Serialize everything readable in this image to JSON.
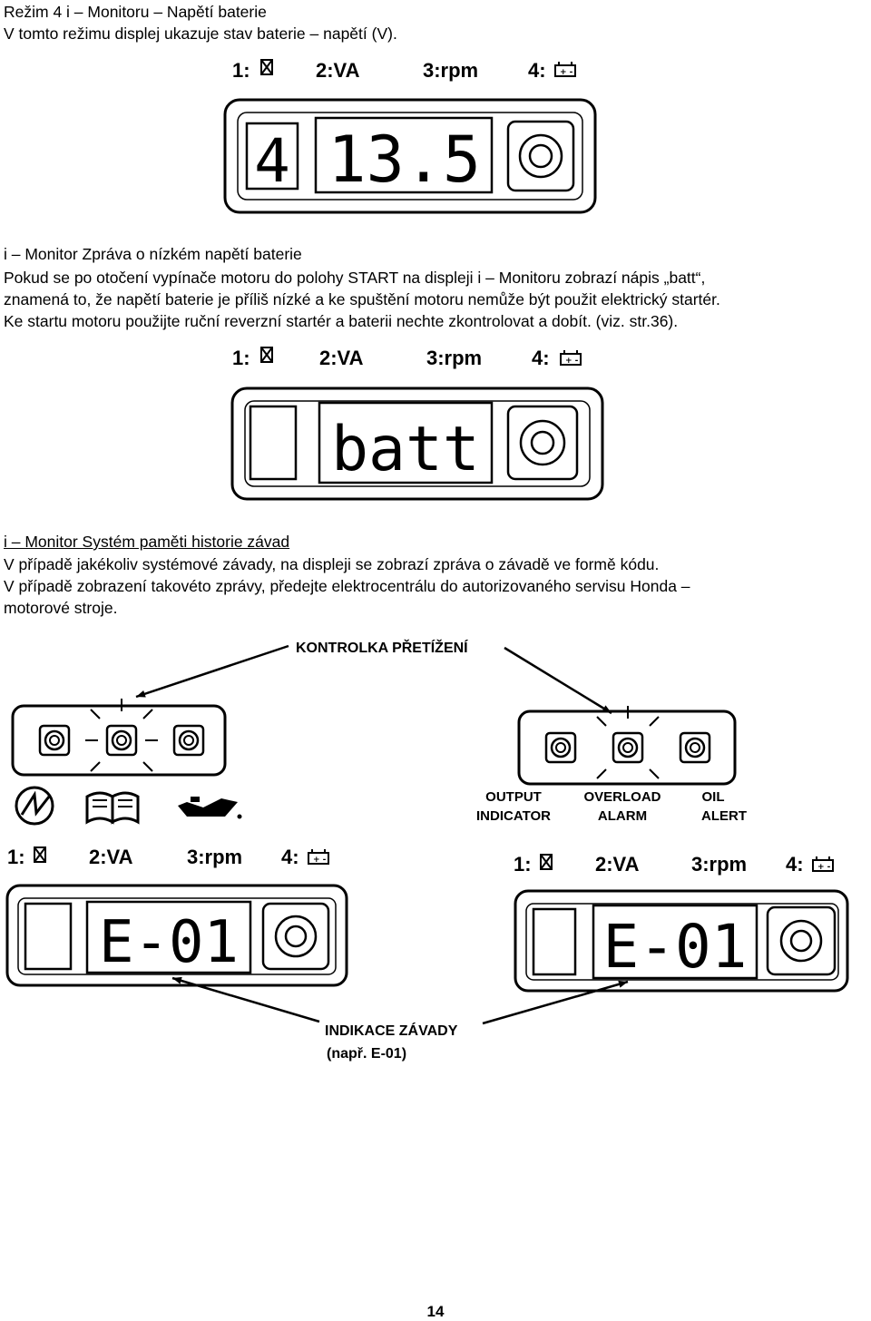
{
  "sections": {
    "mode4": {
      "heading": "Režim 4 i – Monitoru – Napětí baterie",
      "body": "V tomto režimu displej ukazuje stav baterie – napětí (V)."
    },
    "low_battery": {
      "heading": "i – Monitor Zpráva o nízkém napětí baterie",
      "lines": [
        "Pokud se po otočení vypínače motoru do polohy START na displeji i – Monitoru zobrazí nápis „batt“,",
        "znamená to, že napětí baterie je příliš nízké a ke spuštění motoru nemůže být použit elektrický startér.",
        "Ke startu motoru použijte ruční reverzní startér a baterii nechte zkontrolovat a dobít. (viz. str.36)."
      ]
    },
    "fault_history": {
      "heading": "i – Monitor Systém paměti historie závad",
      "lines": [
        "V případě jakékoliv systémové závady, na displeji se zobrazí zpráva o závadě ve formě kódu.",
        "V případě zobrazení takovéto zprávy, předejte elektrocentrálu do autorizovaného servisu Honda –",
        "motorové stroje."
      ]
    }
  },
  "mode_legend": {
    "m1": "1:",
    "m2": "2:VA",
    "m3": "3:rpm",
    "m4": "4:"
  },
  "display1": {
    "mode_digit": "4",
    "value": "13.5"
  },
  "display2": {
    "mode_digit": "",
    "value": "batt"
  },
  "display3": {
    "mode_digit": "",
    "value": "E-01"
  },
  "display4": {
    "mode_digit": "",
    "value": "E-01"
  },
  "callouts": {
    "overload_lamp": "KONTROLKA PŘETÍŽENÍ",
    "output_indicator_1": "OUTPUT",
    "output_indicator_2": "INDICATOR",
    "overload_alarm_1": "OVERLOAD",
    "overload_alarm_2": "ALARM",
    "oil_alert_1": "OIL",
    "oil_alert_2": "ALERT",
    "fault_indication_1": "INDIKACE ZÁVADY",
    "fault_indication_2": "(např. E-01)"
  },
  "page_number": "14"
}
